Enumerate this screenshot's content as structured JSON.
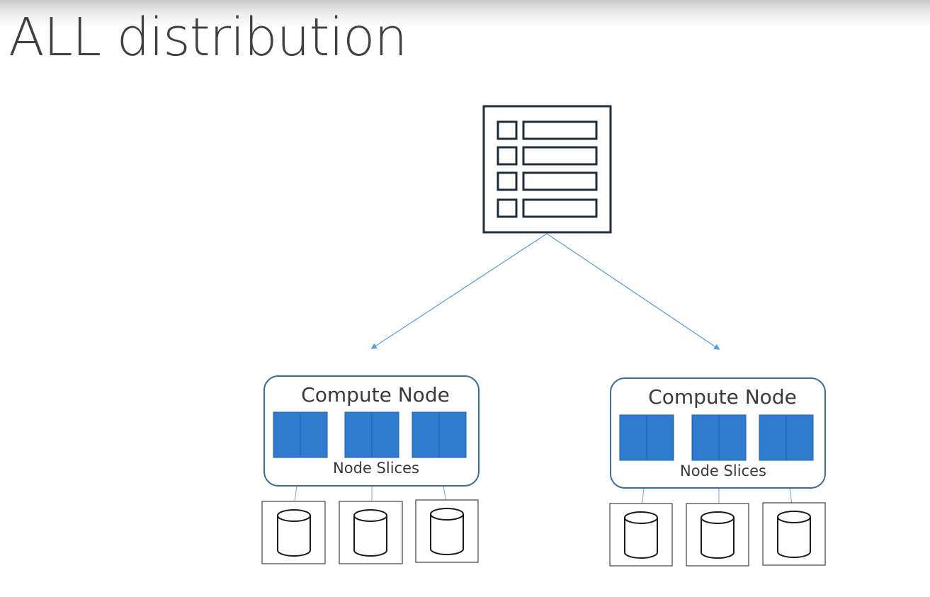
{
  "title": "ALL distribution",
  "diagram": {
    "source": {
      "icon": "table-icon",
      "rows": 4
    },
    "nodes": [
      {
        "label": "Compute Node",
        "slices_label": "Node Slices",
        "slice_count": 3,
        "disk_count": 3
      },
      {
        "label": "Compute Node",
        "slices_label": "Node Slices",
        "slice_count": 3,
        "disk_count": 3
      }
    ],
    "colors": {
      "slice_fill": "#2e7bd0",
      "arrow": "#5b9bd5",
      "node_border": "#3e6c8f",
      "icon_stroke": "#1f2d3d"
    }
  }
}
